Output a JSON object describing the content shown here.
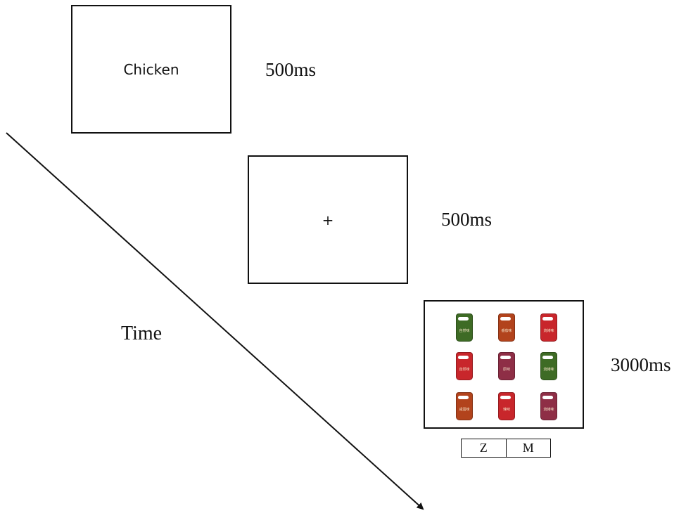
{
  "frames": [
    {
      "content": "Chicken",
      "duration": "500ms"
    },
    {
      "content": "+",
      "duration": "500ms"
    },
    {
      "duration": "3000ms"
    }
  ],
  "time_label": "Time",
  "colors": {
    "green": "#3e6b25",
    "orange": "#b2431c",
    "red": "#c8262b",
    "maroon": "#8e2e46"
  },
  "product_grid": [
    {
      "color": "#3e6b25",
      "flavor": "自然味"
    },
    {
      "color": "#b2431c",
      "flavor": "番茄味"
    },
    {
      "color": "#c8262b",
      "flavor": "烧烤味"
    },
    {
      "color": "#c8262b",
      "flavor": "自然味"
    },
    {
      "color": "#8e2e46",
      "flavor": "原味"
    },
    {
      "color": "#3e6b25",
      "flavor": "烧烤味"
    },
    {
      "color": "#b2431c",
      "flavor": "咸蛋味"
    },
    {
      "color": "#c8262b",
      "flavor": "辣味"
    },
    {
      "color": "#8e2e46",
      "flavor": "烧烤味"
    }
  ],
  "response_keys": [
    "Z",
    "M"
  ]
}
